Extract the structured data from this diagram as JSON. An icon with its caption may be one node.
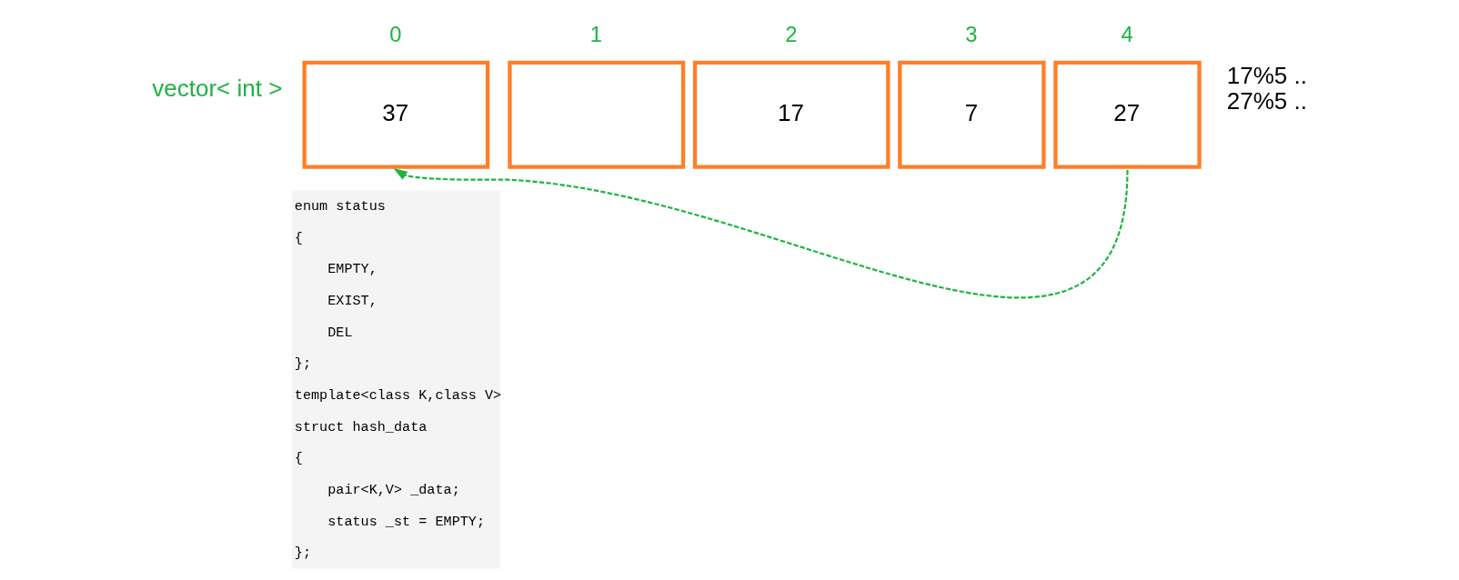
{
  "diagram": {
    "nodes": [
      {
        "text": [
          "37"
        ],
        "beside": [
          "0"
        ]
      },
      {
        "text": [],
        "shape": "box",
        "beside": [
          "1"
        ]
      },
      {
        "text": [
          "17"
        ],
        "beside": [
          "2"
        ]
      },
      {
        "text": [
          "7"
        ],
        "beside": [
          "3"
        ]
      },
      {
        "text": [
          "27"
        ],
        "beside": [
          "4"
        ]
      }
    ],
    "edges": [
      {
        "from": 4,
        "to": 0,
        "arrow": "to",
        "style": "dashed",
        "color": "#1db441"
      }
    ],
    "labels": [
      "vector< int >",
      "17%5 ..",
      "27%5 ..",
      "enum status",
      "{",
      "    EMPTY,",
      "    EXIST,",
      "    DEL",
      "};",
      "template<class K,class V>",
      "struct hash_data",
      "{",
      "    pair<K,V> _data;",
      "    status _st = EMPTY;",
      "};"
    ]
  }
}
